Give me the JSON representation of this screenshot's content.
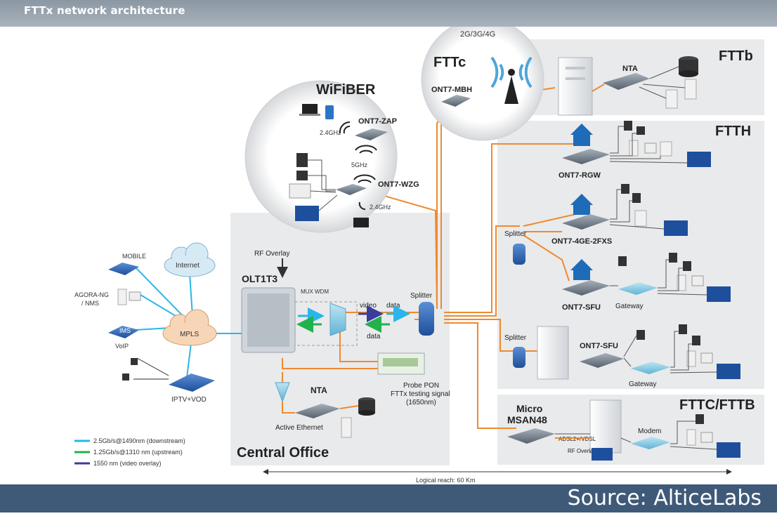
{
  "header": {
    "title": "FTTx network architecture"
  },
  "footer": {
    "source": "Source: AlticeLabs"
  },
  "colors": {
    "fiber": "#ee8a2e",
    "downstream": "#29b6e8",
    "upstream": "#22b14c",
    "video": "#3b3c9c",
    "panel": "#e9eaec"
  },
  "sections": {
    "fttb": "FTTb",
    "ftth": "FTTH",
    "fttc_fttb": "FTTC/FTTB",
    "fttc": "FTTc",
    "fttc_radio": "2G/3G/4G",
    "wifiber": "WiFiBER",
    "central_office": "Central Office"
  },
  "labels": {
    "nta_top": "NTA",
    "ont_mbh": "ONT7-MBH",
    "ont_zap": "ONT7-ZAP",
    "ont_wzg": "ONT7-WZG",
    "ghz1": "2.4GHz",
    "ghz5": "5GHz",
    "ghz2": "2.4GHz",
    "ont_rgw": "ONT7-RGW",
    "ont_4ge": "ONT7-4GE-2FXS",
    "ont_sfu1": "ONT7-SFU",
    "ont_sfu2": "ONT7-SFU",
    "splitter_main": "Splitter",
    "splitter_ftth": "Splitter",
    "splitter_b": "Splitter",
    "gateway1": "Gateway",
    "gateway2": "Gateway",
    "micro": "Micro",
    "msan": "MSAN48",
    "adsl": "ADSL2+/VDSL",
    "rf_overlay_small": "RF Overlay",
    "modem": "Modem",
    "rf_overlay": "RF Overlay",
    "olt": "OLT1T3",
    "mux": "MUX WDM",
    "video": "video",
    "data1": "data",
    "data2": "data",
    "probe1": "Probe PON",
    "probe2": "FTTx testing signal",
    "probe3": "(1650nm)",
    "nta_co": "NTA",
    "active_eth": "Active Ethernet",
    "mobile": "MOBILE",
    "agora1": "AGORA-NG",
    "agora2": "/ NMS",
    "ims": "IMS",
    "voip": "VoIP",
    "internet": "Internet",
    "mpls": "MPLS",
    "iptv": "IPTV+VOD",
    "reach": "Logical reach: 60 Km"
  },
  "legend": [
    {
      "color": "#29b6e8",
      "text": "2.5Gb/s@1490nm (downstream)"
    },
    {
      "color": "#22b14c",
      "text": "1.25Gb/s@1310 nm (upstream)"
    },
    {
      "color": "#3b3c9c",
      "text": "1550 nm (video overlay)"
    }
  ]
}
